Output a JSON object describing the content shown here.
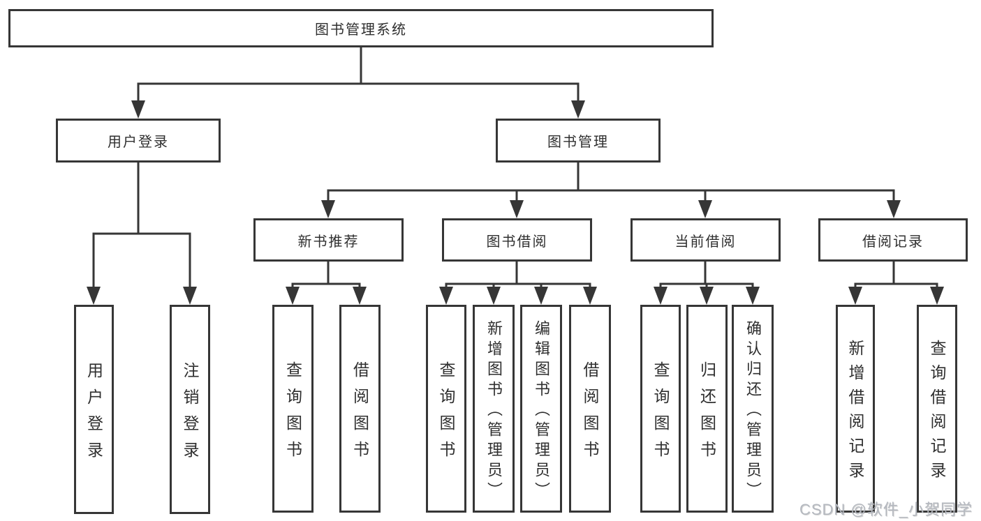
{
  "diagram": {
    "title": "图书管理系统",
    "root": {
      "label": "图书管理系统"
    },
    "children": [
      {
        "label": "用户登录",
        "children": [
          {
            "label": "用户登录"
          },
          {
            "label": "注销登录"
          }
        ]
      },
      {
        "label": "图书管理",
        "children": [
          {
            "label": "新书推荐",
            "children": [
              {
                "label": "查询图书"
              },
              {
                "label": "借阅图书"
              }
            ]
          },
          {
            "label": "图书借阅",
            "children": [
              {
                "label": "查询图书"
              },
              {
                "label": "新增图书（管理员）"
              },
              {
                "label": "编辑图书（管理员）"
              },
              {
                "label": "借阅图书"
              }
            ]
          },
          {
            "label": "当前借阅",
            "children": [
              {
                "label": "查询图书"
              },
              {
                "label": "归还图书"
              },
              {
                "label": "确认归还（管理员）"
              }
            ]
          },
          {
            "label": "借阅记录",
            "children": [
              {
                "label": "新增借阅记录"
              },
              {
                "label": "查询借阅记录"
              }
            ]
          }
        ]
      }
    ]
  },
  "watermark": {
    "text": "CSDN @软件_小贺同学"
  },
  "colors": {
    "line": "#363636",
    "text": "#2f2f2f",
    "watermark": "#b4b8bf",
    "background": "#ffffff"
  }
}
